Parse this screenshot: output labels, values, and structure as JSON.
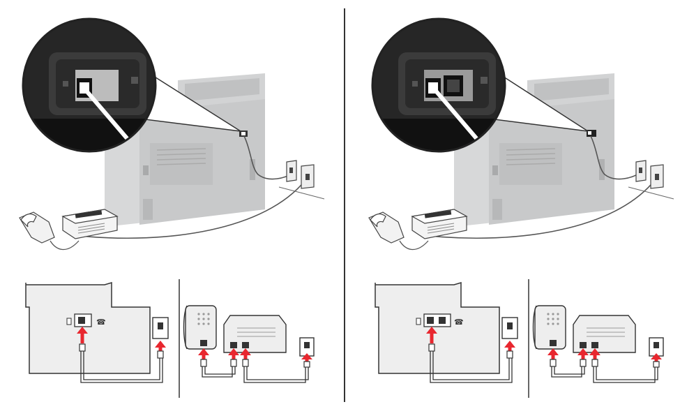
{
  "panels": [
    {
      "id": "left",
      "variant": "single-port",
      "printer_ports": [
        "line-port"
      ],
      "devices": [
        "printer",
        "telephone",
        "answering-machine",
        "wall-jack-1",
        "wall-jack-2"
      ]
    },
    {
      "id": "right",
      "variant": "dual-port",
      "printer_ports": [
        "line-port",
        "ethernet-port"
      ],
      "devices": [
        "printer",
        "telephone",
        "answering-machine",
        "wall-jack-1",
        "wall-jack-2"
      ]
    }
  ],
  "colors": {
    "arrow": "#e8272f",
    "printer_body": "#d7d8d9",
    "printer_shade": "#c4c5c6",
    "zoom_bg": "#1e1e1e",
    "cable": "#555555",
    "divider": "#333333",
    "schematic_fill": "#eeeeee",
    "schematic_stroke": "#333333"
  },
  "icons": [
    "fax-line-icon",
    "telephone-icon",
    "wall-jack-icon",
    "arrow-up-icon",
    "cable-icon",
    "magnifier-callout"
  ]
}
